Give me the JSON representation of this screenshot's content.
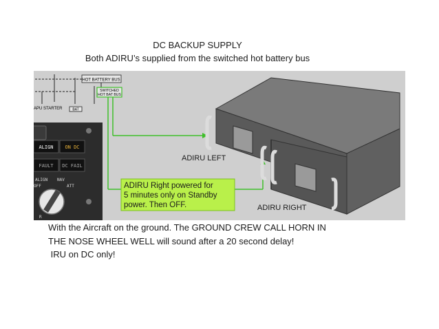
{
  "heading": {
    "line1": "DC BACKUP SUPPLY",
    "line2": "Both ADIRU’s supplied from the switched hot battery bus"
  },
  "diagram": {
    "bus_label": "HOT BATTERY BUS",
    "switched_label_line1": "SWITCHED",
    "switched_label_line2": "HOT BAT BUS",
    "apu_label": "APU STARTER",
    "bat_label": "BAT",
    "panel_buttons": {
      "align": "ALIGN",
      "on_dc": "ON DC",
      "fault": "FAULT",
      "dc_fail": "DC FAIL"
    },
    "knob_labels": {
      "align": "ALIGN",
      "nav": "NAV",
      "off": "OFF",
      "att": "ATT",
      "r": "R"
    },
    "adiru_left_label": "ADIRU LEFT",
    "adiru_right_label": "ADIRU RIGHT",
    "callout_lines": [
      "ADIRU Right powered for",
      "5 minutes only on Standby",
      "power. Then OFF."
    ],
    "colors": {
      "callout_bg": "#b9f04a",
      "wire_green": "#3fbf2a",
      "panel_dark": "#2c2c2c",
      "box_dark": "#555555"
    }
  },
  "notes": {
    "line1": "With the Aircraft on the ground. The GROUND CREW CALL HORN IN",
    "line2": "THE NOSE WHEEL WELL will sound after a 20 second delay!",
    "line3": " IRU on DC only!"
  }
}
